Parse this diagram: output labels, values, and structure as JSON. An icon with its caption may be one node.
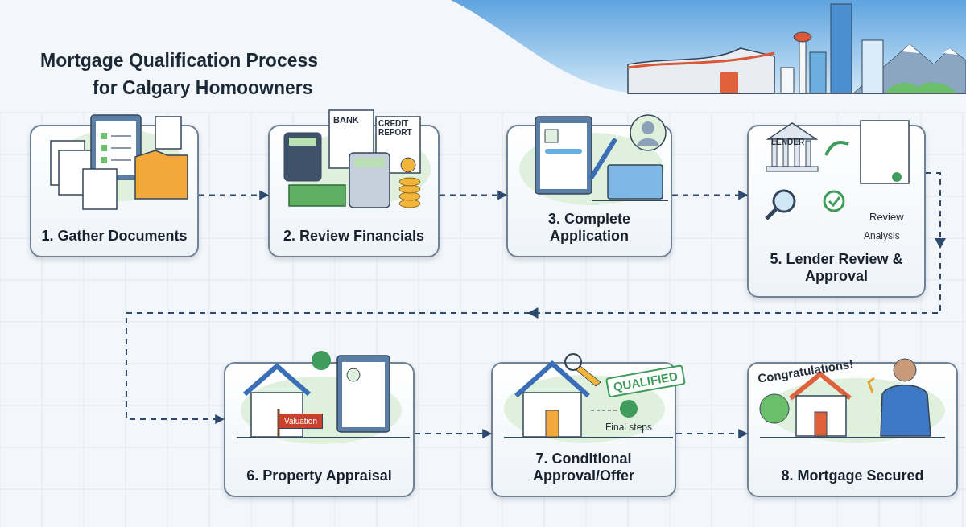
{
  "diagram": {
    "title": "Mortgage Qualification Process for Calgary Homoowners",
    "nodes": [
      {
        "text": [
          "1. Gather Documents"
        ]
      },
      {
        "text": [
          "2. Review Financials"
        ]
      },
      {
        "text": [
          "3. Complete Application"
        ]
      },
      {
        "text": [
          "5. Lender Review & Approval"
        ]
      },
      {
        "text": [
          "6. Property Appraisal"
        ]
      },
      {
        "text": [
          "7. Conditional Approval/Offer"
        ]
      },
      {
        "text": [
          "8. Mortgage Secured"
        ]
      }
    ],
    "edges": [
      {
        "from": 0,
        "to": 1,
        "arrow": "to",
        "style": "dashed"
      },
      {
        "from": 1,
        "to": 2,
        "arrow": "to",
        "style": "dashed"
      },
      {
        "from": 2,
        "to": 3,
        "arrow": "to",
        "style": "dashed"
      },
      {
        "from": 3,
        "to": 4,
        "arrow": "to",
        "style": "dashed"
      },
      {
        "from": 4,
        "to": 5,
        "arrow": "to",
        "style": "dashed"
      },
      {
        "from": 5,
        "to": 6,
        "arrow": "to",
        "style": "dashed"
      }
    ],
    "labels": [
      "BANK",
      "CREDIT REPORT",
      "LENDER",
      "Review",
      "Analysis",
      "Valuation",
      "QUALIFIED",
      "Final steps",
      "Congratulations!"
    ]
  }
}
